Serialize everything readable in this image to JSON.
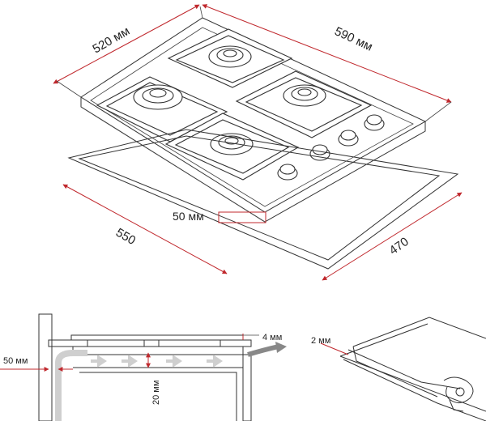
{
  "labels": {
    "top_width": "520 мм",
    "top_depth": "590 мм",
    "cut_width": "550",
    "cut_depth": "470",
    "cut_gap": "50 мм",
    "side_gap": "50 мм",
    "top_gap": "4 мм",
    "vert_gap": "20 мм",
    "seal_gap": "2 мм"
  },
  "colors": {
    "dimension": "#c0282d",
    "line": "#333333",
    "airflow": "#cfcfcf"
  },
  "icons": {
    "airflow": "arrow-right-icon",
    "exhaust": "curved-arrow-icon"
  }
}
